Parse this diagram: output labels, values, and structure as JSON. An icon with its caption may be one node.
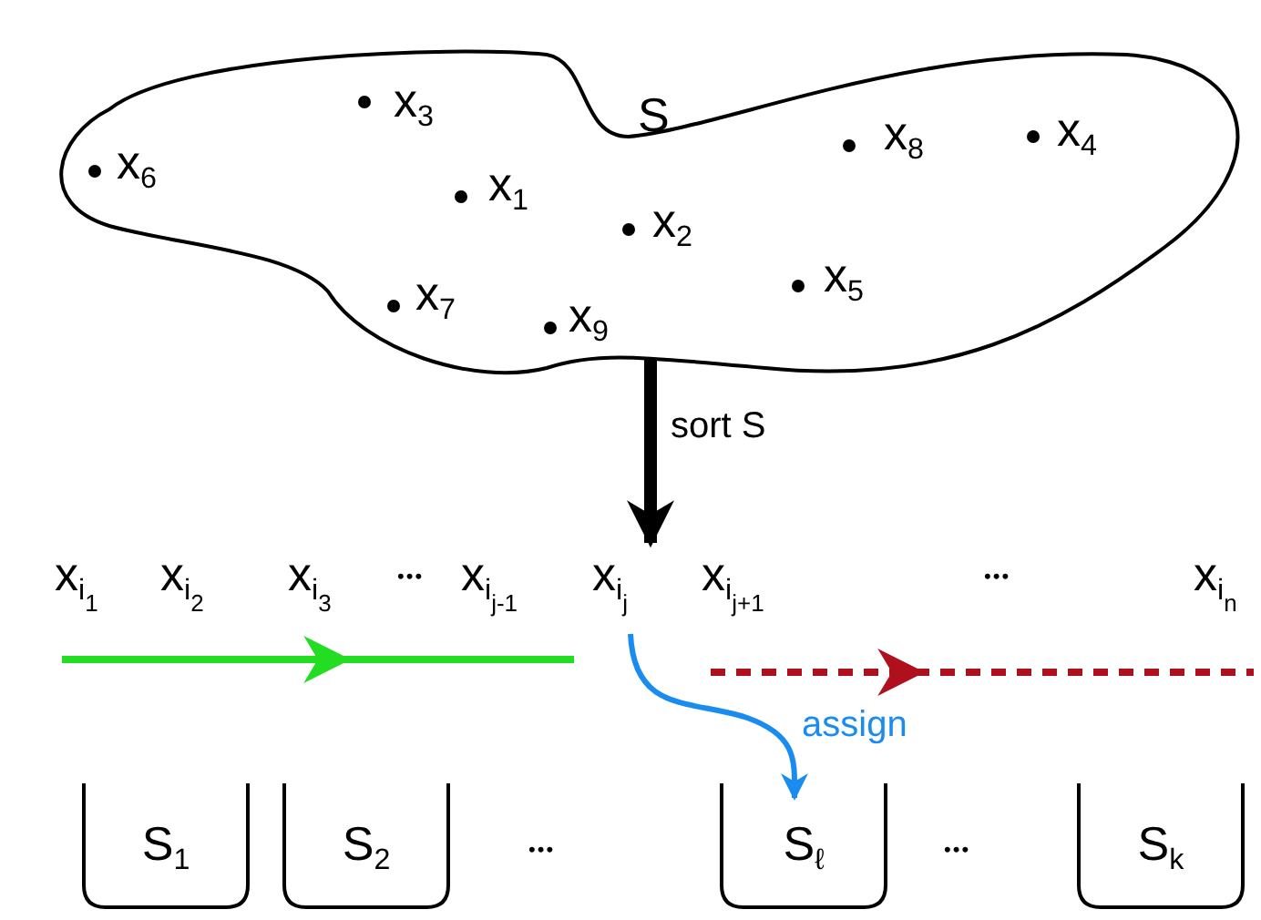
{
  "diagram": {
    "nodes": [
      {
        "text": [
          "S"
        ]
      },
      {
        "text": [
          "x$_{i}$$_{j}$"
        ]
      },
      {
        "text": [
          "S$_{1}$"
        ]
      },
      {
        "text": [
          "S$_{2}$"
        ]
      },
      {
        "text": [
          "S$_{ℓ}$"
        ]
      },
      {
        "text": [
          "S$_{k}$"
        ]
      }
    ],
    "edges": [
      {
        "from": 0,
        "to": 1,
        "arrow": "to",
        "label": "sort S",
        "style": "thick"
      },
      {
        "from": 1,
        "to": 4,
        "arrow": "to",
        "label": "assign",
        "color": "#1a8cf0"
      }
    ],
    "labels": [
      "x$_{3}$",
      "x$_{8}$",
      "x$_{4}$",
      "x$_{6}$",
      "x$_{1}$",
      "x$_{2}$",
      "x$_{5}$",
      "x$_{7}$",
      "x$_{9}$",
      "x$_{i}$$_{1}$",
      "x$_{i}$$_{2}$",
      "x$_{i}$$_{3}$",
      "•••",
      "x$_{i}$$_{j-1}$",
      "x$_{i}$$_{j+1}$",
      "•••",
      "x$_{i}$$_{n}$",
      "•••",
      "•••"
    ]
  }
}
